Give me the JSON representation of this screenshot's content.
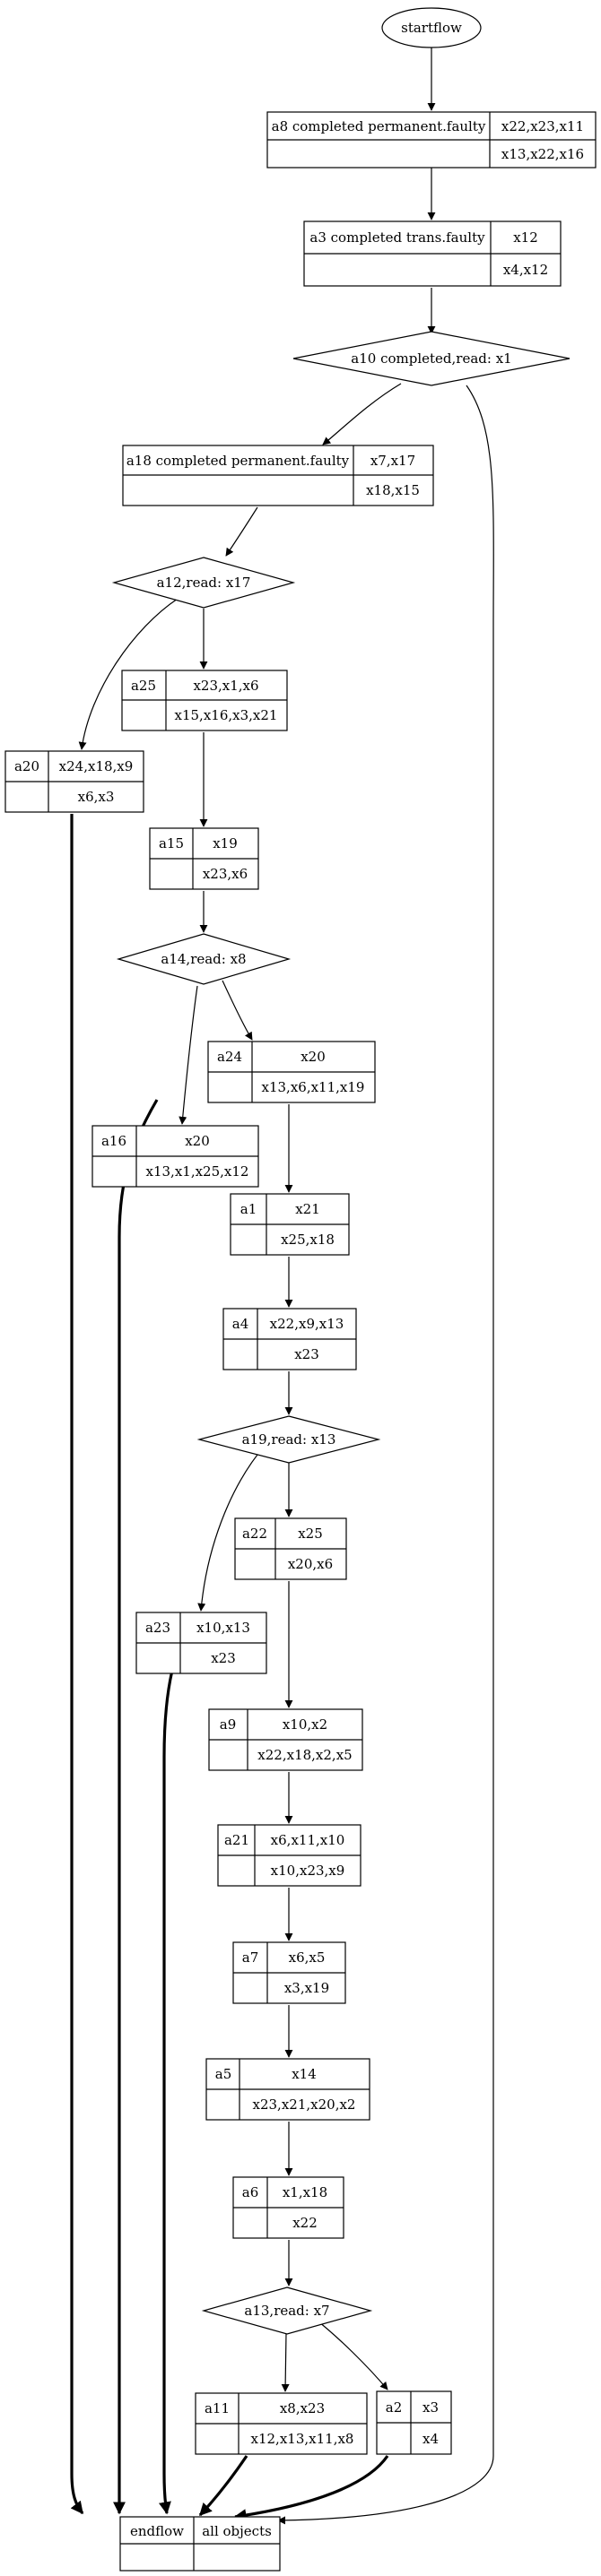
{
  "flow": {
    "start": "startflow",
    "end": {
      "label": "endflow",
      "value": "all objects"
    },
    "activities": {
      "a8": {
        "name": "a8 completed permanent.faulty",
        "in": "x22,x23,x11",
        "out": "x13,x22,x16"
      },
      "a3": {
        "name": "a3 completed trans.faulty",
        "in": "x12",
        "out": "x4,x12"
      },
      "a18": {
        "name": "a18 completed permanent.faulty",
        "in": "x7,x17",
        "out": "x18,x15"
      },
      "a25": {
        "name": "a25",
        "in": "x23,x1,x6",
        "out": "x15,x16,x3,x21"
      },
      "a20": {
        "name": "a20",
        "in": "x24,x18,x9",
        "out": "x6,x3"
      },
      "a15": {
        "name": "a15",
        "in": "x19",
        "out": "x23,x6"
      },
      "a24": {
        "name": "a24",
        "in": "x20",
        "out": "x13,x6,x11,x19"
      },
      "a16": {
        "name": "a16",
        "in": "x20",
        "out": "x13,x1,x25,x12"
      },
      "a1": {
        "name": "a1",
        "in": "x21",
        "out": "x25,x18"
      },
      "a4": {
        "name": "a4",
        "in": "x22,x9,x13",
        "out": "x23"
      },
      "a22": {
        "name": "a22",
        "in": "x25",
        "out": "x20,x6"
      },
      "a23": {
        "name": "a23",
        "in": "x10,x13",
        "out": "x23"
      },
      "a9": {
        "name": "a9",
        "in": "x10,x2",
        "out": "x22,x18,x2,x5"
      },
      "a21": {
        "name": "a21",
        "in": "x6,x11,x10",
        "out": "x10,x23,x9"
      },
      "a7": {
        "name": "a7",
        "in": "x6,x5",
        "out": "x3,x19"
      },
      "a5": {
        "name": "a5",
        "in": "x14",
        "out": "x23,x21,x20,x2"
      },
      "a6": {
        "name": "a6",
        "in": "x1,x18",
        "out": "x22"
      },
      "a11": {
        "name": "a11",
        "in": "x8,x23",
        "out": "x12,x13,x11,x8"
      },
      "a2": {
        "name": "a2",
        "in": "x3",
        "out": "x4"
      }
    },
    "decisions": {
      "a10": "a10 completed,read: x1",
      "a12": "a12,read: x17",
      "a14": "a14,read: x8",
      "a19": "a19,read: x13",
      "a13": "a13,read: x7"
    }
  }
}
